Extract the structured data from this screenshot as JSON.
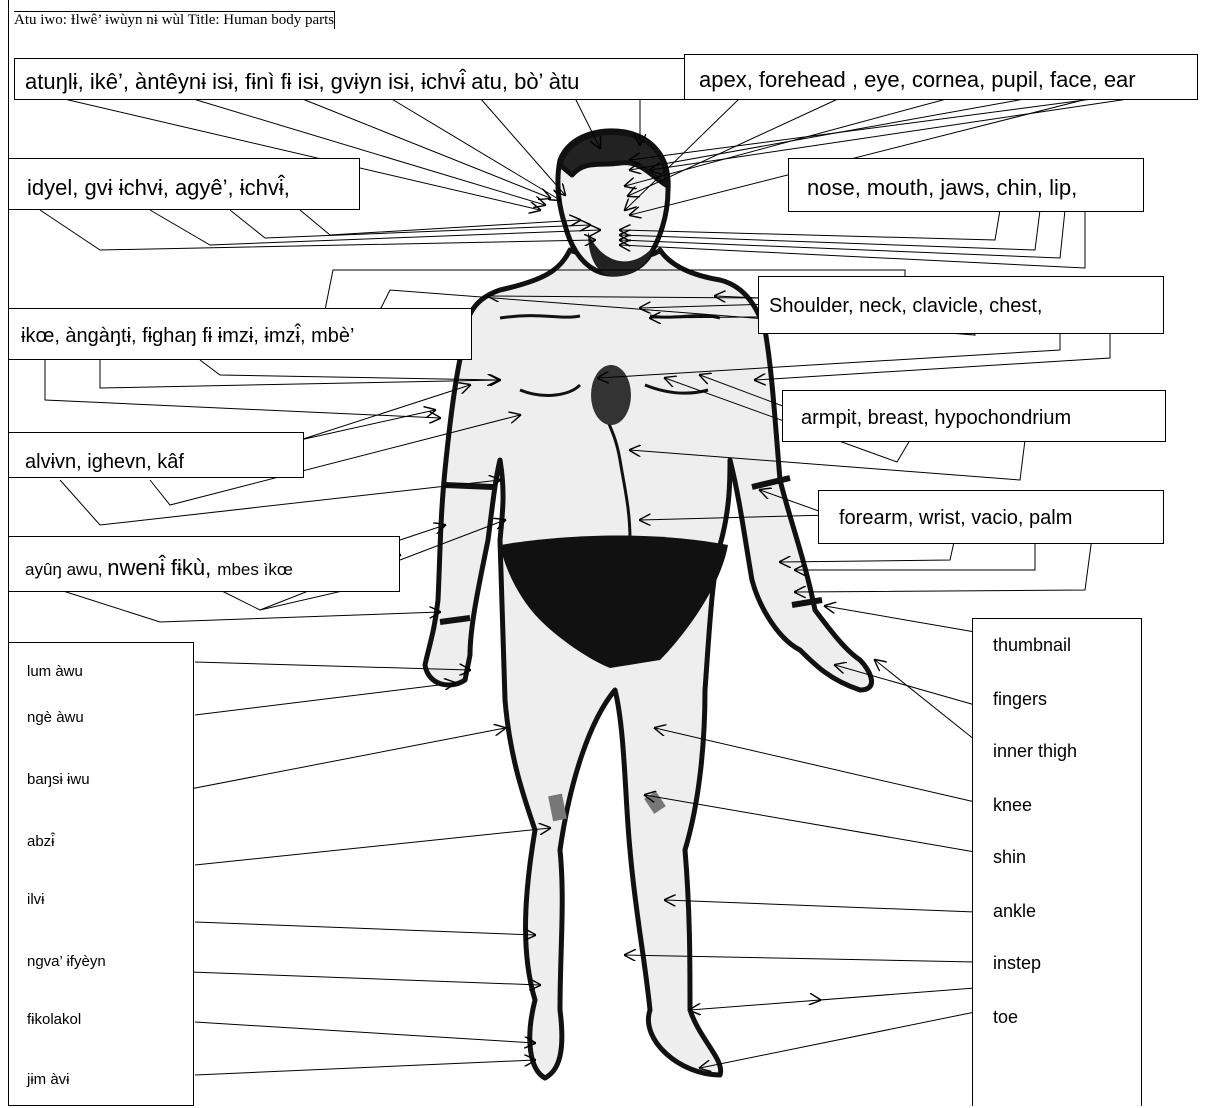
{
  "title": "Atu iwo: Ɨlwê’ ɨwùyn nɨ wùl Title:   Human body parts",
  "labels": {
    "head_local": "atuŋlɨ, ikê’, àntêynɨ isɨ, fɨnì fɨ isɨ, gvɨyn isɨ, ɨchvɨ̂ atu, bò’ àtu",
    "head_en": "apex, forehead , eye,  cornea, pupil, face, ear",
    "face_local": "idyel, gvɨ ɨchvɨ,  agyê’, ɨchvɨ̂,",
    "face_en": "nose, mouth, jaws, chin, lip,",
    "torso_local": "ɨkœ, àngàŋtɨ, fɨghaŋ  fɨ ɨmzɨ, ɨmzɨ̂, mbè’",
    "torso_en": "Shoulder, neck, clavicle, chest,",
    "chest_en": "armpit, breast, hypochondrium",
    "abdomen_local": "alvɨvn, ighevn, kâf",
    "arm_en": "forearm, wrist, vacio, palm",
    "arm_local_a": "ayûŋ  awu, ",
    "arm_local_b": "nwenɨ̂ fɨkù, ",
    "arm_local_c": "mbes ìkœ"
  },
  "left_list": [
    "lum àwu",
    "ngè àwu",
    "baŋsɨ ɨwu",
    "abzɨ̂",
    "ilvɨ",
    "ngva’ ɨfyèyn",
    "fɨkolakol",
    "jɨm àvɨ"
  ],
  "right_list": [
    "thumbnail",
    "fingers",
    "inner thigh",
    "knee",
    "shin",
    "ankle",
    "instep",
    "toe"
  ]
}
